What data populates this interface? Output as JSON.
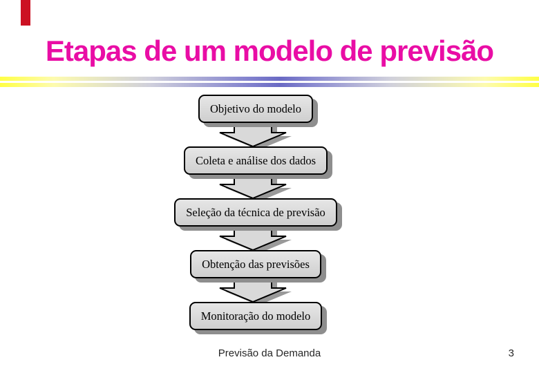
{
  "slide": {
    "title": "Etapas de um modelo de previsão",
    "title_color": "#e90da5",
    "accent_bar_color": "#cc1122",
    "divider_colors": {
      "edge": "#ffff45",
      "silver": "#cfcfdc",
      "center_blue": "#6a6ac4"
    },
    "flowchart": {
      "box_fill": "#d9d9d9",
      "box_border": "#000000",
      "shadow_color": "#8e8e8e",
      "steps": [
        {
          "label": "Objetivo do modelo"
        },
        {
          "label": "Coleta e análise dos dados"
        },
        {
          "label": "Seleção da técnica de previsão"
        },
        {
          "label": "Obtenção das previsões"
        },
        {
          "label": "Monitoração do modelo"
        }
      ]
    },
    "footer": {
      "text": "Previsão da Demanda",
      "page_number": "3"
    }
  }
}
